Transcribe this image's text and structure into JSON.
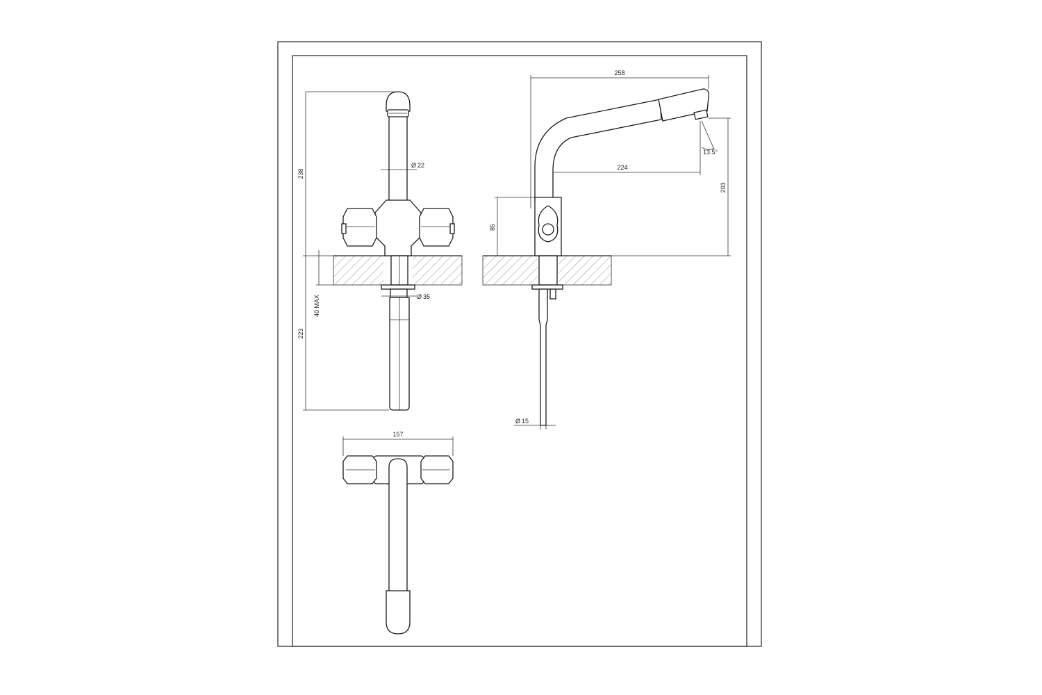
{
  "dimensions": {
    "front_height": "238",
    "spout_diameter": "22",
    "below_counter_length": "223",
    "counter_thickness": "40 MAX",
    "shank_diameter": "35",
    "side_reach": "258",
    "side_inner_reach": "224",
    "spout_angle": "13.5°",
    "spout_outlet_height": "203",
    "body_height": "85",
    "tail_diameter": "15",
    "plan_width": "157"
  },
  "symbols": {
    "diameter": "Ø"
  }
}
